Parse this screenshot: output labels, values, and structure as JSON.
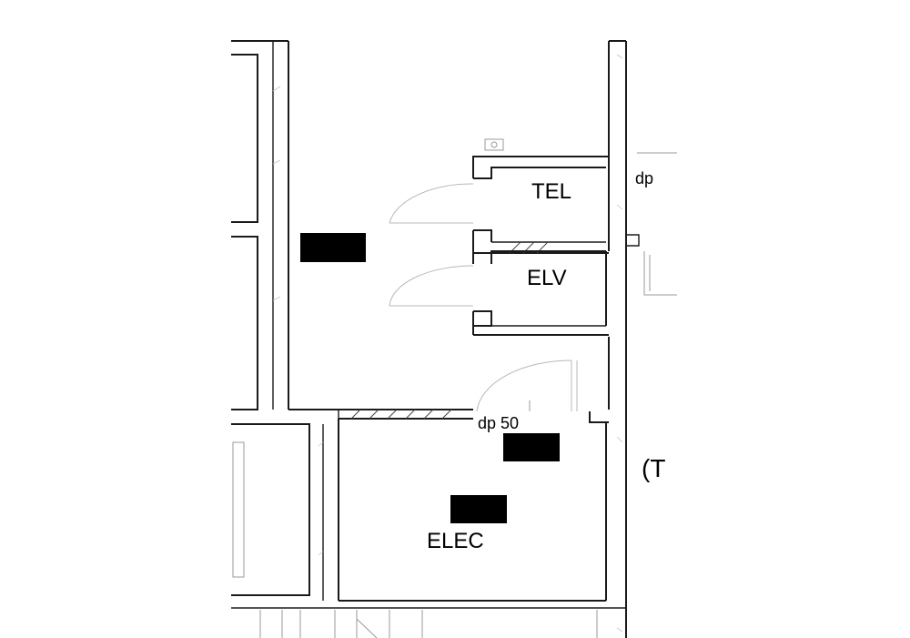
{
  "labels": {
    "tel": "TEL",
    "elv": "ELV",
    "elec": "ELEC",
    "dp_top": "dp",
    "dp_50": "dp 50",
    "edge_note": "(T"
  },
  "colors": {
    "wall": "#1a1a1a",
    "door_swing": "#b8b8b8",
    "equipment": "#000000",
    "background": "#ffffff"
  }
}
